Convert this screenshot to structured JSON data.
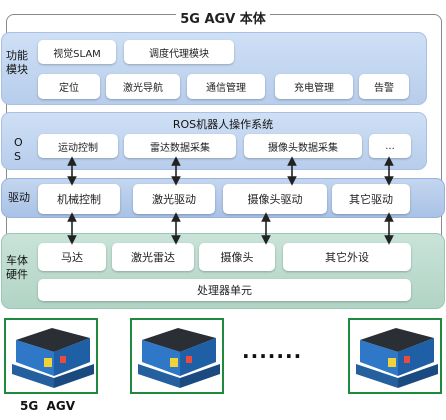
{
  "title": "5G AGV 本体",
  "layers": {
    "function": {
      "label": "功能\n模块",
      "boxes": [
        "视觉SLAM",
        "调度代理模块",
        "定位",
        "激光导航",
        "通信管理",
        "充电管理",
        "告警"
      ]
    },
    "os": {
      "label": "O\nS",
      "title": "ROS机器人操作系统",
      "boxes": [
        "运动控制",
        "雷达数据采集",
        "摄像头数据采集",
        "..."
      ]
    },
    "driver": {
      "label": "驱动",
      "boxes": [
        "机械控制",
        "激光驱动",
        "摄像头驱动",
        "其它驱动"
      ]
    },
    "hardware": {
      "label": "车体\n硬件",
      "boxes": [
        "马达",
        "激光雷达",
        "摄像头",
        "其它外设",
        "处理器单元"
      ]
    }
  },
  "agv_images": {
    "icon": "agv-robot-icon",
    "count_shown": 3,
    "ellipsis": "·······",
    "caption": "5G  AGV"
  },
  "colors": {
    "upper_layers": "#b7cdec",
    "driver_layer": "#a9c2e6",
    "hardware_layer": "#b1d4c5",
    "agv_frame": "#1f8a3e",
    "agv_body": "#2e78c7"
  }
}
